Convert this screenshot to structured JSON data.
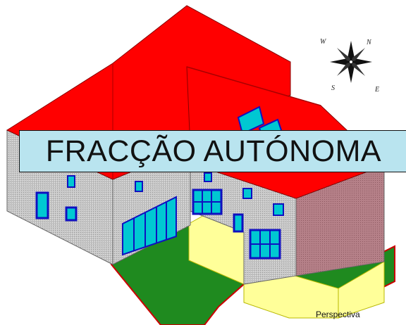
{
  "title": "FRACÇÃO AUTÓNOMA",
  "view_label": "Perspectiva",
  "compass": {
    "north": "N",
    "east": "E",
    "south": "S",
    "west": "W"
  },
  "colors": {
    "roof": "#ff0000",
    "roof_shadow": "#cc0000",
    "wall_front": "#c4c4c4",
    "wall_side": "#b07a82",
    "wall_dark": "#8e8e8e",
    "ground_green": "#1f8a1f",
    "ground_border": "#cc0000",
    "terrace_yellow": "#ffff99",
    "glass": "#00c8d2",
    "frame": "#1010c0",
    "label_bg": "#b9e4ef"
  }
}
